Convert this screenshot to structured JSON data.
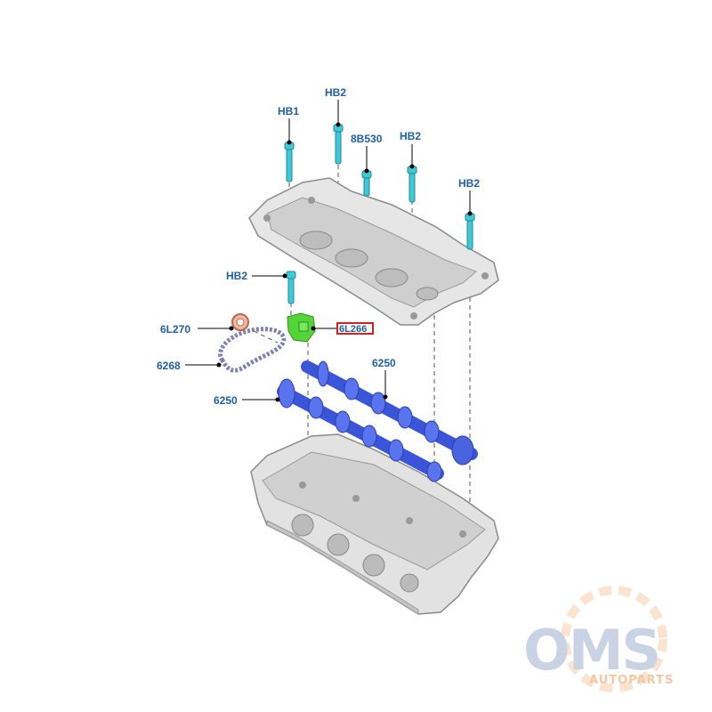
{
  "diagram": {
    "labels": [
      {
        "id": "hb1",
        "text": "HB1"
      },
      {
        "id": "hb2_top",
        "text": "HB2"
      },
      {
        "id": "b8530",
        "text": "8B530"
      },
      {
        "id": "hb2_mid",
        "text": "HB2"
      },
      {
        "id": "hb2_right",
        "text": "HB2"
      },
      {
        "id": "hb2_left",
        "text": "HB2"
      },
      {
        "id": "l6270",
        "text": "6L270"
      },
      {
        "id": "l6266",
        "text": "6L266"
      },
      {
        "id": "c6268",
        "text": "6268"
      },
      {
        "id": "c6250_upper",
        "text": "6250"
      },
      {
        "id": "c6250_lower",
        "text": "6250"
      }
    ],
    "highlight_color": "#d42020",
    "label_color": "#1f5fa8",
    "bolt_color": "#3fc9d6",
    "camshaft_color": "#3a55d8",
    "sensor_color": "#55d43a",
    "seal_color": "#d9856a"
  },
  "watermark": {
    "brand": "OMS",
    "sub": "AUTOPARTS"
  }
}
